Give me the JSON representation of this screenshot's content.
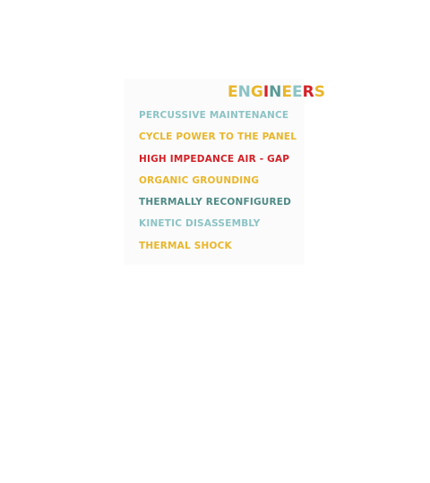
{
  "title": {
    "text": "ENGINEERS",
    "letter_colors": [
      "#e9b62b",
      "#8cc3c5",
      "#e9b62b",
      "#d32127",
      "#5b9b96",
      "#e9b62b",
      "#8cc3c5",
      "#d32127",
      "#e9b62b"
    ]
  },
  "lines": [
    {
      "text": "PERCUSSIVE MAINTENANCE",
      "color": "#8cc3c5"
    },
    {
      "text": "CYCLE POWER TO THE PANEL",
      "color": "#e9b62b"
    },
    {
      "text": "HIGH IMPEDANCE AIR - GAP",
      "color": "#d32127"
    },
    {
      "text": "ORGANIC GROUNDING",
      "color": "#e9b62b"
    },
    {
      "text": "THERMALLY RECONFIGURED",
      "color": "#4e8a86"
    },
    {
      "text": "KINETIC DISASSEMBLY",
      "color": "#8cc3c5"
    },
    {
      "text": "THERMAL SHOCK",
      "color": "#e9b62b"
    }
  ]
}
